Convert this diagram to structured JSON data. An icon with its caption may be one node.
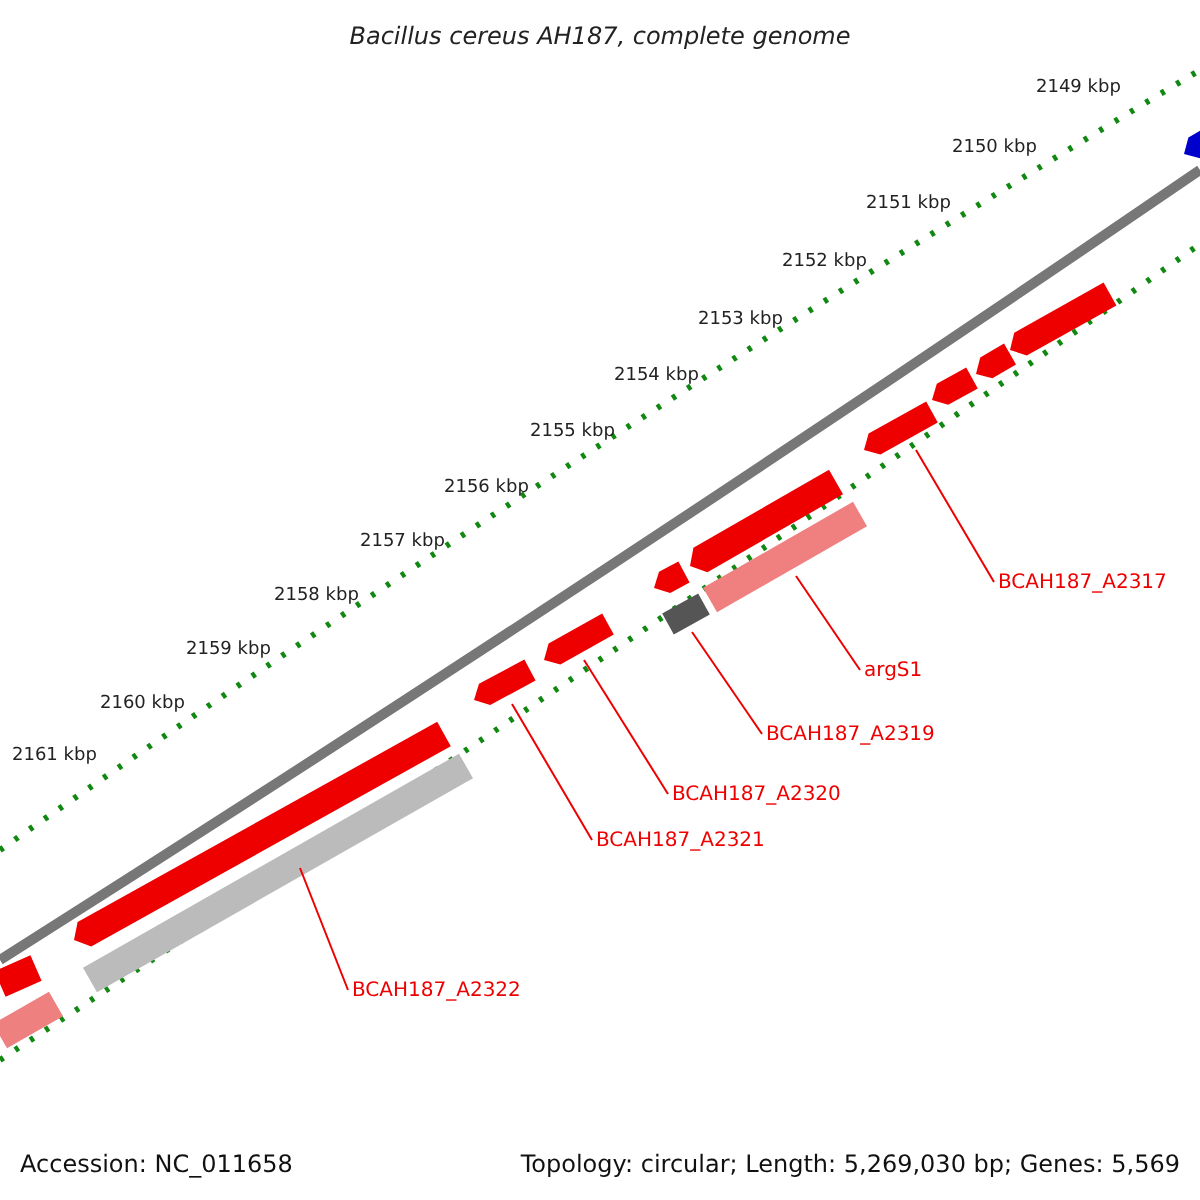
{
  "diagram": {
    "title": "Bacillus cereus AH187, complete genome",
    "nodes": [
      {
        "text": [
          "BCAH187_A2317"
        ]
      },
      {
        "text": [
          "argS1"
        ]
      },
      {
        "text": [
          "BCAH187_A2319"
        ]
      },
      {
        "text": [
          "BCAH187_A2320"
        ]
      },
      {
        "text": [
          "BCAH187_A2321"
        ]
      },
      {
        "text": [
          "BCAH187_A2322"
        ]
      },
      {
        "text": [],
        "shape": "bar"
      },
      {
        "text": [],
        "shape": "bar"
      },
      {
        "text": [],
        "shape": "bar"
      },
      {
        "text": [],
        "shape": "bar"
      },
      {
        "text": [],
        "shape": "bar"
      },
      {
        "text": [],
        "shape": "bar"
      },
      {
        "text": [],
        "shape": "bar"
      },
      {
        "text": [],
        "shape": "bar"
      },
      {
        "text": [],
        "shape": "bar"
      },
      {
        "text": [],
        "shape": "bar"
      },
      {
        "text": [],
        "shape": "bar"
      },
      {
        "text": [],
        "shape": "bar"
      },
      {
        "text": [],
        "shape": "bar"
      },
      {
        "text": [],
        "shape": "bar"
      },
      {
        "text": [],
        "shape": "bar"
      }
    ],
    "edges": [
      {
        "from": 0,
        "to": 11,
        "arrow": "none"
      },
      {
        "from": 1,
        "to": 10,
        "arrow": "none"
      },
      {
        "from": 2,
        "to": 9,
        "arrow": "none"
      },
      {
        "from": 3,
        "to": 8,
        "arrow": "none"
      },
      {
        "from": 4,
        "to": 7,
        "arrow": "none"
      },
      {
        "from": 5,
        "to": 6,
        "arrow": "none"
      }
    ],
    "labels": [
      "2149 kbp",
      "2150 kbp",
      "2151 kbp",
      "2152 kbp",
      "2153 kbp",
      "2154 kbp",
      "2155 kbp",
      "2156 kbp",
      "2157 kbp",
      "2158 kbp",
      "2159 kbp",
      "2160 kbp",
      "2161 kbp",
      "Accession: NC_011658",
      "Topology: circular; Length: 5,269,030 bp; Genes: 5,569"
    ]
  }
}
